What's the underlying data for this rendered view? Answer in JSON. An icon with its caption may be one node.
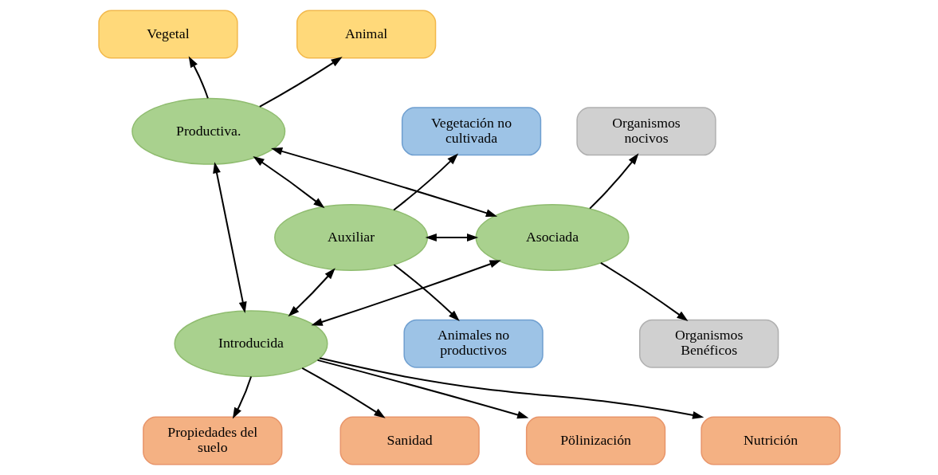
{
  "diagram": {
    "nodes": [
      {
        "text": [
          "Vegetal"
        ]
      },
      {
        "text": [
          "Animal"
        ]
      },
      {
        "text": [
          "Vegetación no cultivada"
        ]
      },
      {
        "text": [
          "Productiva."
        ]
      },
      {
        "text": [
          "Organismos nocivos"
        ]
      },
      {
        "text": [
          "Auxiliar"
        ]
      },
      {
        "text": [
          "Asociada"
        ]
      },
      {
        "text": [
          "Introducida"
        ]
      },
      {
        "text": [
          "Animales no productivos"
        ]
      },
      {
        "text": [
          "Organismos Benéficos"
        ]
      },
      {
        "text": [
          "Pölinización"
        ]
      },
      {
        "text": [
          "Nutrición"
        ]
      },
      {
        "text": [
          "Propiedades del suelo"
        ]
      },
      {
        "text": [
          "Sanidad"
        ]
      }
    ],
    "edges": [
      {
        "from": 3,
        "to": 0,
        "arrow": "to"
      },
      {
        "from": 3,
        "to": 1,
        "arrow": "to"
      },
      {
        "from": 5,
        "to": 3,
        "arrow": "both"
      },
      {
        "from": 5,
        "to": 2,
        "arrow": "to"
      },
      {
        "from": 3,
        "to": 6,
        "arrow": "both"
      },
      {
        "from": 6,
        "to": 4,
        "arrow": "to"
      },
      {
        "from": 5,
        "to": 6,
        "arrow": "both"
      },
      {
        "from": 3,
        "to": 7,
        "arrow": "both"
      },
      {
        "from": 5,
        "to": 8,
        "arrow": "to"
      },
      {
        "from": 5,
        "to": 7,
        "arrow": "both"
      },
      {
        "from": 7,
        "to": 6,
        "arrow": "both"
      },
      {
        "from": 6,
        "to": 9,
        "arrow": "to"
      },
      {
        "from": 7,
        "to": 10,
        "arrow": "to"
      },
      {
        "from": 7,
        "to": 11,
        "arrow": "to"
      },
      {
        "from": 7,
        "to": 12,
        "arrow": "to"
      },
      {
        "from": 7,
        "to": 13,
        "arrow": "to"
      }
    ]
  }
}
